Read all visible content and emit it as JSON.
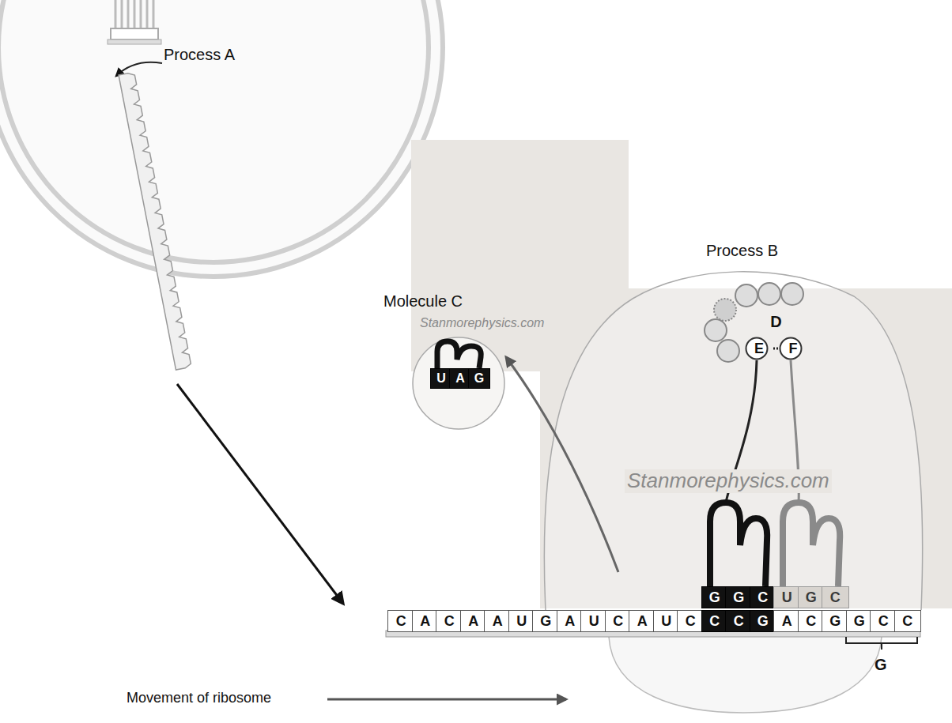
{
  "diagram": {
    "nodes": [
      {
        "text": [
          "U"
        ]
      },
      {
        "text": [
          "A"
        ]
      },
      {
        "text": [
          "G"
        ]
      },
      {
        "text": [
          "E"
        ]
      },
      {
        "text": [
          "F"
        ]
      },
      {
        "text": [
          "G"
        ]
      },
      {
        "text": [
          "G"
        ]
      },
      {
        "text": [
          "C"
        ]
      },
      {
        "text": [
          "U"
        ]
      },
      {
        "text": [
          "G"
        ]
      },
      {
        "text": [
          "C"
        ]
      },
      {
        "text": [
          "C"
        ]
      },
      {
        "text": [
          "A"
        ]
      },
      {
        "text": [
          "C"
        ]
      },
      {
        "text": [
          "A"
        ]
      },
      {
        "text": [
          "A"
        ]
      },
      {
        "text": [
          "U"
        ]
      },
      {
        "text": [
          "G"
        ]
      },
      {
        "text": [
          "A"
        ]
      },
      {
        "text": [
          "U"
        ]
      },
      {
        "text": [
          "C"
        ]
      },
      {
        "text": [
          "A"
        ]
      },
      {
        "text": [
          "U"
        ]
      },
      {
        "text": [
          "C"
        ]
      },
      {
        "text": [
          "C"
        ]
      },
      {
        "text": [
          "C"
        ]
      },
      {
        "text": [
          "G"
        ]
      },
      {
        "text": [
          "A"
        ]
      },
      {
        "text": [
          "C"
        ]
      },
      {
        "text": [
          "G"
        ]
      },
      {
        "text": [
          "G"
        ]
      },
      {
        "text": [
          "C"
        ]
      },
      {
        "text": [
          "C"
        ]
      }
    ],
    "edges": [
      {
        "from": 3,
        "to": 4,
        "arrow": "none",
        "label": "D"
      }
    ],
    "labels": [
      "Process A",
      "Molecule C",
      "Stanmorephysics.com",
      "Process B",
      "Stanmorephysics.com",
      "Movement of ribosome",
      "G"
    ]
  }
}
